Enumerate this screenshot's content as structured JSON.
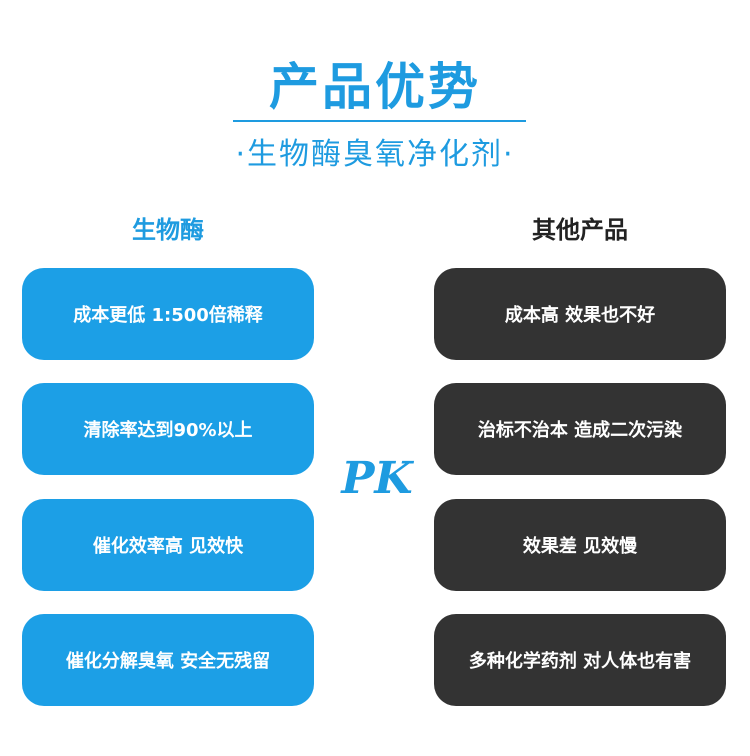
{
  "header": {
    "title": "产品优势",
    "subtitle": "·生物酶臭氧净化剂·"
  },
  "left_column": {
    "heading": "生物酶",
    "items": [
      "成本更低   1:500倍稀释",
      "清除率达到90%以上",
      "催化效率高 见效快",
      "催化分解臭氧 安全无残留"
    ]
  },
  "right_column": {
    "heading": "其他产品",
    "items": [
      "成本高 效果也不好",
      "治标不治本 造成二次污染",
      "效果差 见效慢",
      "多种化学药剂 对人体也有害"
    ]
  },
  "versus": "PK",
  "colors": {
    "accent": "#1e9be0",
    "card_blue": "#1c9fe6",
    "card_dark": "#333333"
  }
}
